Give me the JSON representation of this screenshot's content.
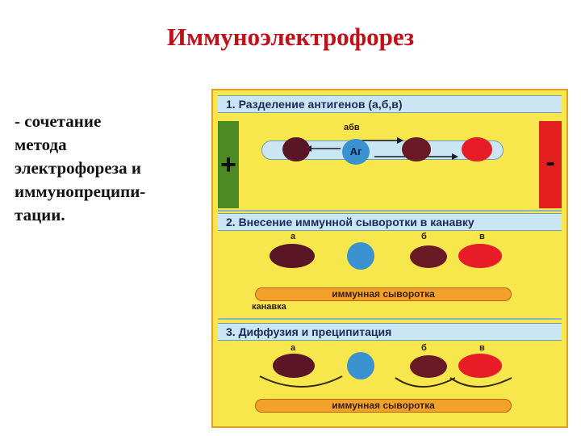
{
  "title": "Иммуноэлектрофорез",
  "description_lines": [
    "- сочетание",
    "метода",
    "электрофореза и",
    "иммунопреципи-",
    "тации."
  ],
  "diagram": {
    "step1": "1. Разделение антигенов (а,б,в)",
    "step2": "2. Внесение иммунной сыворотки в канавку",
    "step3": "3. Диффузия и преципитация",
    "plus": "+",
    "minus": "-",
    "abv": "абв",
    "ag": "Аг",
    "label_a": "а",
    "label_b": "б",
    "label_v": "в",
    "serum_label": "иммунная сыворотка",
    "groove_label": "канавка"
  },
  "colors": {
    "title": "#c0101a",
    "panel": "#f7e64c",
    "band": "#c9e6f2",
    "plus_bar": "#4c8a24",
    "minus_bar": "#e41e1e",
    "serum": "#f2a22a",
    "antigen_a": "#5a1626",
    "antigen_b": "#6a1a24",
    "antigen_v": "#e81c26",
    "antigen_ag": "#3a93d0"
  }
}
